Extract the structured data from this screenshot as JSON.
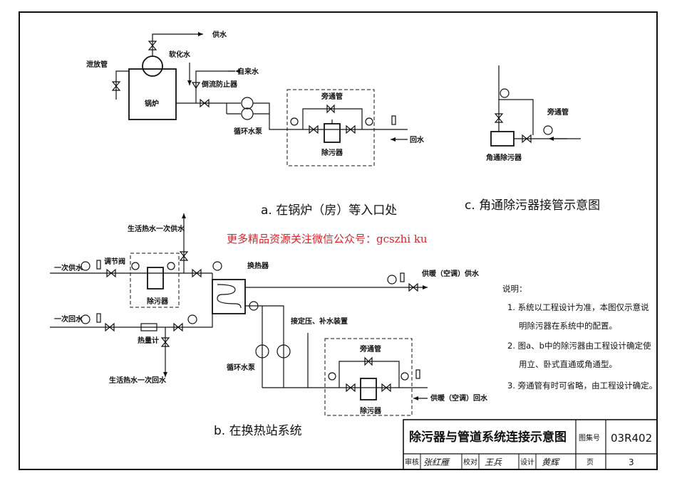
{
  "watermark": "更多精品资源关注微信公众号：gcszhi ku",
  "diagram_a": {
    "caption": "a.  在锅炉（房）等入口处",
    "labels": {
      "supply": "供水",
      "drain": "泄放管",
      "soft_water": "软化水",
      "tap_water": "自来水",
      "backflow": "倒流防止器",
      "boiler": "锅炉",
      "pump": "循环水泵",
      "bypass": "旁通管",
      "remover": "除污器",
      "return": "回水"
    }
  },
  "diagram_c": {
    "caption": "c.  角通除污器接管示意图",
    "labels": {
      "bypass": "旁通管",
      "remover": "角通除污器"
    }
  },
  "diagram_b": {
    "caption": "b.  在换热站系统",
    "labels": {
      "domestic_supply": "生活热水一次供水",
      "primary_supply": "一次供水",
      "regulating_valve": "调节阀",
      "remover1": "除污器",
      "heat_exchanger": "换热器",
      "heating_supply": "供暖（空调）供水",
      "primary_return": "一次回水",
      "heat_meter": "热量计",
      "pressurize": "接定压、补水装置",
      "pump": "循环水泵",
      "bypass": "旁通管",
      "remover2": "除污器",
      "heating_return": "供暖（空调）回水",
      "domestic_return": "生活热水一次回水"
    }
  },
  "notes": {
    "heading": "说明：",
    "items": [
      "1.  系统以工程设计为准，本图仅示意说",
      "明除污器在系统中的配置。",
      "2.  图a、b中的除污器由工程设计确定使",
      "用立、卧式直通或角通型。",
      "3.  旁通管有时可省略，由工程设计确定。"
    ]
  },
  "title_block": {
    "title": "除污器与管道系统连接示意图",
    "atlas_label": "图集号",
    "atlas_no": "03R402",
    "review_label": "审核",
    "reviewer": "张红雁",
    "check_label": "校对",
    "checker": "王兵",
    "design_label": "设计",
    "designer": "黄辉",
    "page_label": "页",
    "page_no": "3"
  }
}
